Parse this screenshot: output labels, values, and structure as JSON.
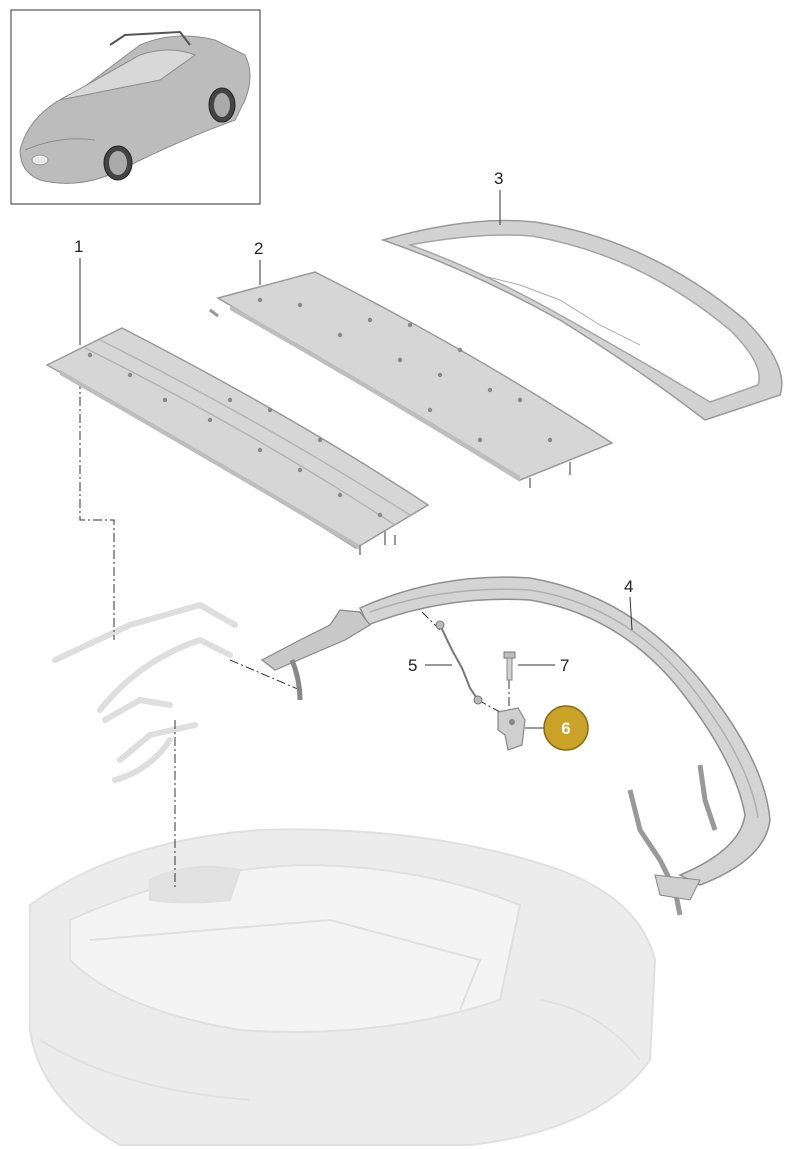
{
  "callouts": [
    {
      "id": "1",
      "label": "1"
    },
    {
      "id": "2",
      "label": "2"
    },
    {
      "id": "3",
      "label": "3"
    },
    {
      "id": "4",
      "label": "4"
    },
    {
      "id": "5",
      "label": "5"
    },
    {
      "id": "6",
      "label": "6",
      "highlighted": true
    },
    {
      "id": "7",
      "label": "7"
    }
  ],
  "icons": {
    "overview": "convertible-car-thumbnail-icon",
    "part_1": "roof-panel-front-icon",
    "part_2": "roof-panel-middle-icon",
    "part_3": "rear-window-frame-icon",
    "part_4": "roof-bow-frame-icon",
    "part_5": "tension-cable-icon",
    "part_6": "mounting-bracket-icon",
    "part_7": "screw-icon"
  },
  "colors": {
    "line": "#333333",
    "panel_fill": "#dcdcdc",
    "panel_stroke": "#9a9a9a",
    "ghost": "#e6e6e6",
    "badge_fill": "#c9a227",
    "badge_stroke": "#8a6d10",
    "badge_text": "#ffffff"
  }
}
